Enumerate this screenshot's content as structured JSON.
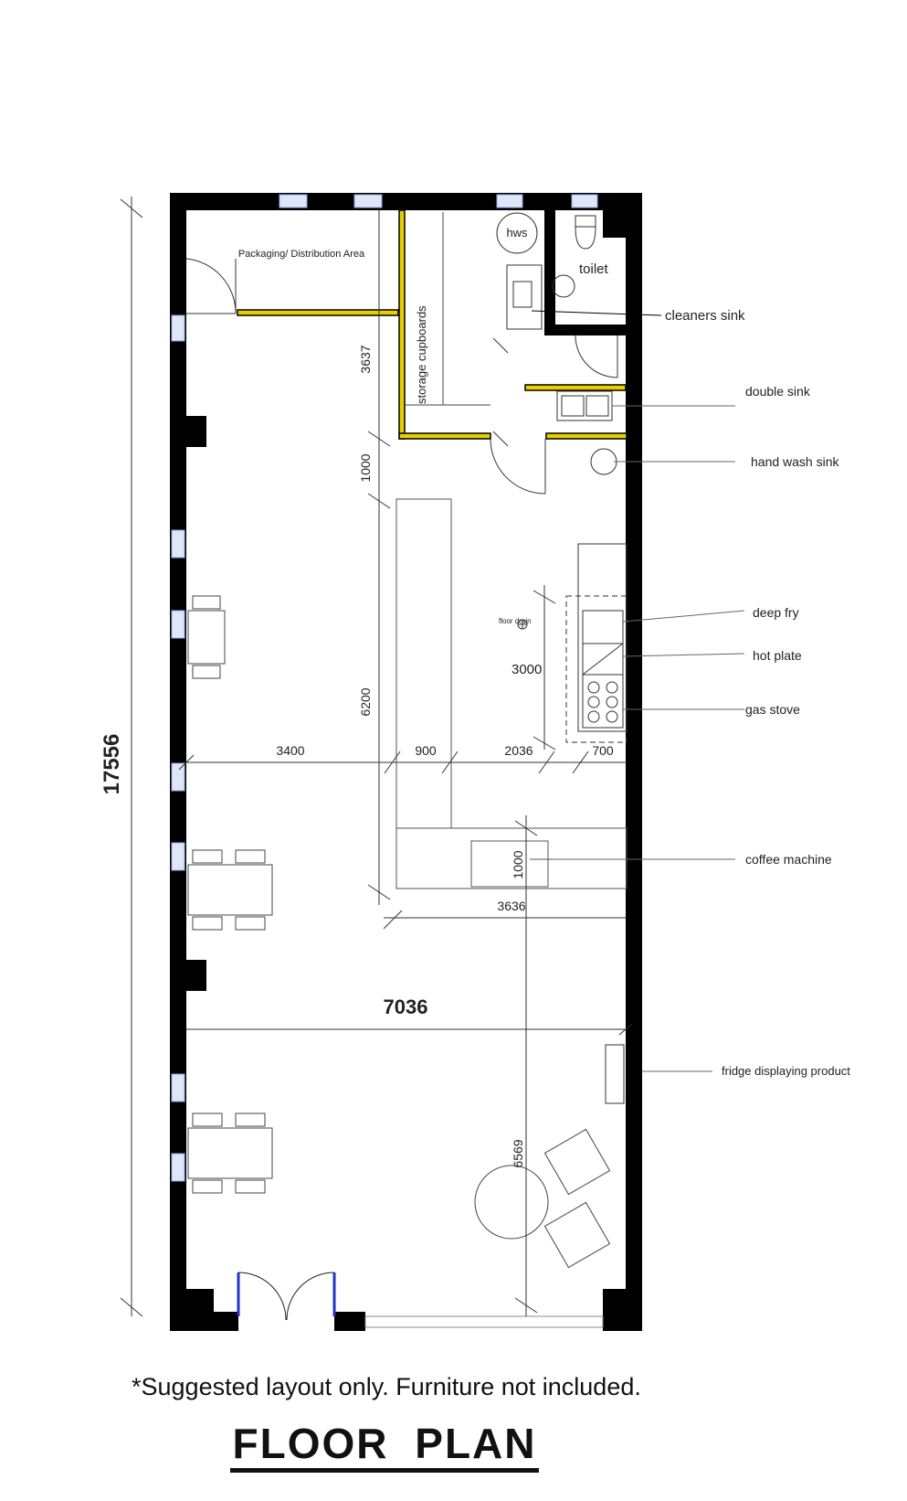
{
  "rooms": {
    "packaging_area": "Packaging/ Distribution Area",
    "storage_cupboards": "storage cupboards",
    "hws": "hws",
    "floor_drain": "floor drain"
  },
  "callouts": {
    "toilet": "toilet",
    "cleaners_sink": "cleaners sink",
    "double_sink": "double sink",
    "hand_wash_sink": "hand wash sink",
    "deep_fry": "deep fry",
    "hot_plate": "hot plate",
    "gas_stove": "gas stove",
    "coffee_machine": "coffee machine",
    "fridge": "fridge displaying product"
  },
  "dimensions": {
    "total_length": "17556",
    "total_width": "7036",
    "d_3637": "3637",
    "d_1000_upper": "1000",
    "d_6200": "6200",
    "d_3400": "3400",
    "d_900": "900",
    "d_2036": "2036",
    "d_700": "700",
    "d_3000": "3000",
    "d_1000_lower": "1000",
    "d_3636": "3636",
    "d_6569": "6569"
  },
  "footer": {
    "note": "*Suggested layout only. Furniture not included.",
    "title": "FLOOR PLAN"
  },
  "colors": {
    "wall": "#000000",
    "partition_yellow": "#e8d000",
    "window_blue": "#8fa8e8",
    "door_blue": "#2233cc"
  }
}
